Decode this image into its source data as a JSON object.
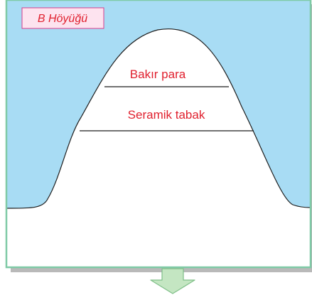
{
  "title": "B Höyüğü",
  "layers": [
    {
      "label": "Bakır para"
    },
    {
      "label": "Seramik tabak"
    }
  ],
  "colors": {
    "sky": "#a8dcf4",
    "frame": "#7fcaa6",
    "shadow": "#b9b9b9",
    "mound": "#ffffff",
    "outline": "#1e1e1e",
    "label_text": "#e0202e",
    "title_bg": "#fde3ef",
    "title_border": "#d63c8c",
    "arrow_fill": "#c4e6c2",
    "arrow_stroke": "#7fbf88"
  },
  "icons": {
    "arrow": "down-arrow-icon"
  }
}
